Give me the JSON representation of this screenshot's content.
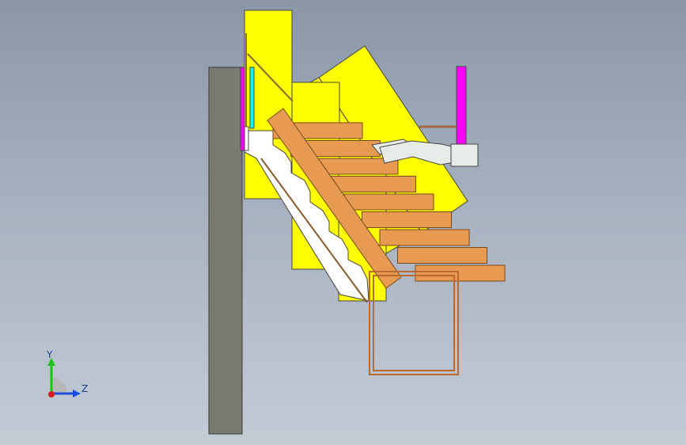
{
  "viewport": {
    "background_top": "#8a97a8",
    "background_bottom": "#c3cbd5"
  },
  "model": {
    "wall_color": "#7a7a70",
    "panel_color": "#ffff00",
    "tread_color": "#e69a52",
    "stringer_color": "#e69a52",
    "bracket_color": "#ff00ff",
    "rod_color": "#00ffff",
    "mechanism_color": "#e8ece8",
    "tread_count": 9
  },
  "triad": {
    "y_label": "Y",
    "z_label": "Z",
    "x_color": "#d61c1c",
    "y_color": "#19c419",
    "z_color": "#1f4fe0"
  }
}
